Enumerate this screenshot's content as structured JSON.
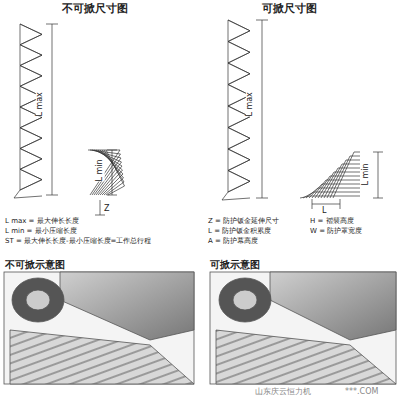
{
  "diagram": {
    "labels": [
      "不可掀尺寸图",
      "可掀尺寸图",
      "L max",
      "L min",
      "Z",
      "L max",
      "L min",
      "L",
      "L max = 最大伸长长度",
      "L min = 最小压缩长度",
      "ST = 最大伸长长度-最小压缩长度=工作总行程",
      "Z = 防护钣金延伸尺寸",
      "L = 防护钣金积累度",
      "A = 防护幕高度",
      "H = 褶襞高度",
      "W = 防护罩宽度",
      "不可掀示意图",
      "可掀示意图",
      "山东庆云恒力机",
      "***.COM"
    ]
  }
}
